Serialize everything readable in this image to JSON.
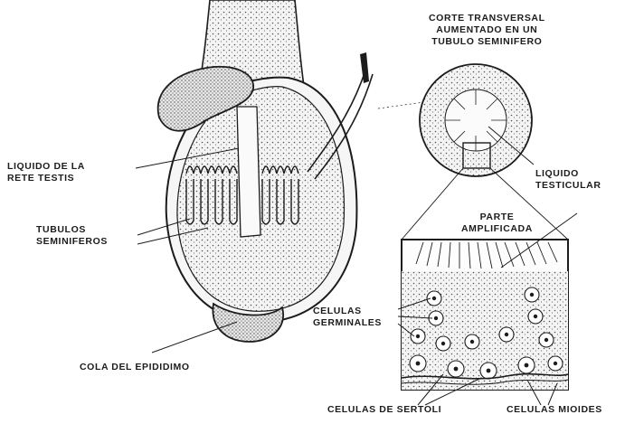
{
  "labels": {
    "corte_transversal": [
      "CORTE TRANSVERSAL",
      "AUMENTADO EN UN",
      "TUBULO SEMINIFERO"
    ],
    "liquido_rete": [
      "LIQUIDO DE LA",
      "RETE TESTIS"
    ],
    "tubulos": [
      "TUBULOS",
      "SEMINIFEROS"
    ],
    "liquido_testicular": [
      "LIQUIDO",
      "TESTICULAR"
    ],
    "parte_amplificada": [
      "PARTE",
      "AMPLIFICADA"
    ],
    "celulas_germinales": [
      "CELULAS",
      "GERMINALES"
    ],
    "cola_epididimo": "COLA DEL EPIDIDIMO",
    "celulas_sertoli": "CELULAS DE SERTOLI",
    "celulas_mioides": "CELULAS MIOIDES"
  },
  "colors": {
    "ink": "#1c1c1c",
    "paper": "#ffffff",
    "shade": "#dcdcdc"
  }
}
